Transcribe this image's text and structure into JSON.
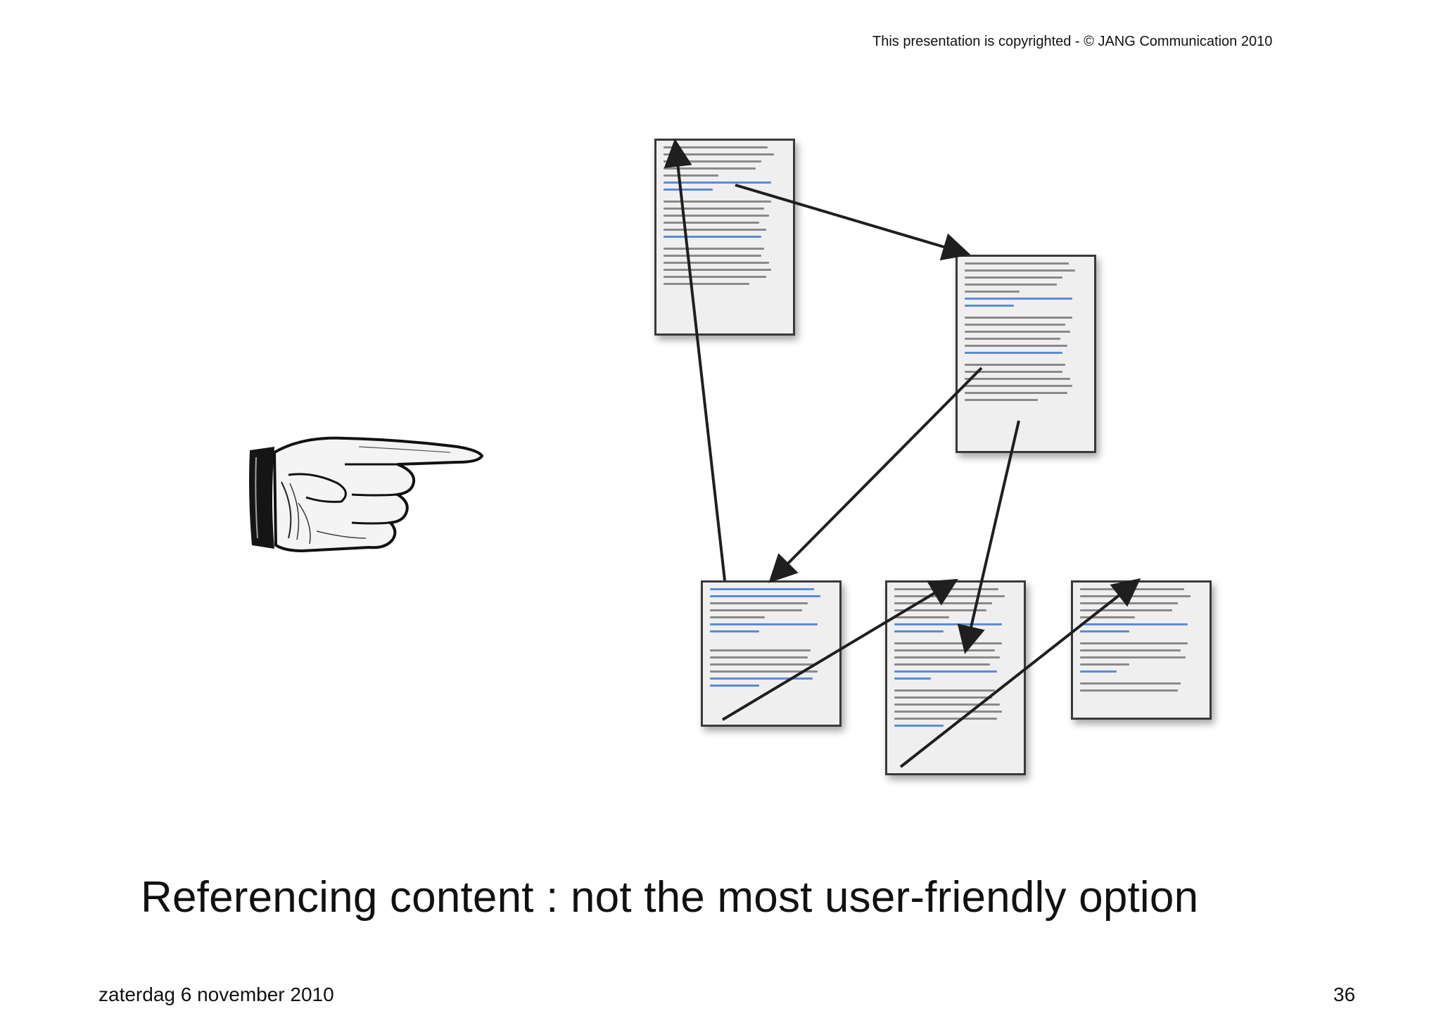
{
  "header": {
    "copyright": "This presentation is copyrighted - © JANG Communication 2010"
  },
  "slide": {
    "title": "Referencing content : not the most user-friendly option"
  },
  "footer": {
    "date": "zaterdag 6 november 2010",
    "page_number": "36"
  },
  "icons": {
    "pointer": "pointing-hand-icon"
  }
}
